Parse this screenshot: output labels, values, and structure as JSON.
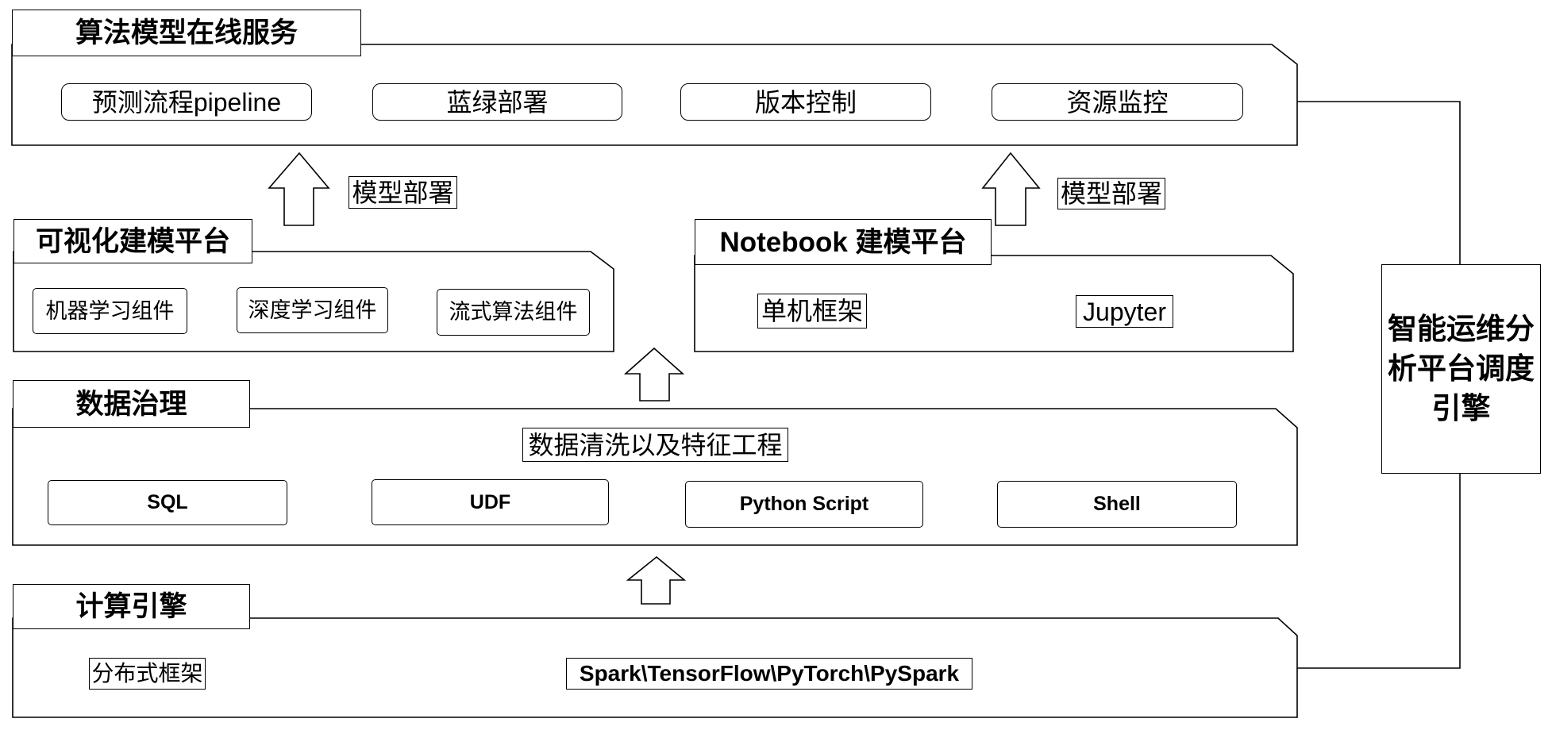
{
  "online_service": {
    "title": "算法模型在线服务",
    "items": [
      "预测流程pipeline",
      "蓝绿部署",
      "版本控制",
      "资源监控"
    ]
  },
  "deploy_labels": [
    "模型部署",
    "模型部署"
  ],
  "visual_modeling": {
    "title": "可视化建模平台",
    "items": [
      "机器学习组件",
      "深度学习组件",
      "流式算法组件"
    ]
  },
  "notebook": {
    "title": "Notebook 建模平台",
    "items": [
      "单机框架",
      "Jupyter"
    ]
  },
  "data_governance": {
    "title": "数据治理",
    "subtitle": "数据清洗以及特征工程",
    "items": [
      "SQL",
      "UDF",
      "Python Script",
      "Shell"
    ]
  },
  "compute_engine": {
    "title": "计算引擎",
    "label": "分布式框架",
    "frameworks": "Spark\\TensorFlow\\PyTorch\\PySpark"
  },
  "scheduler": {
    "title": "智能运维分析平台调度引擎"
  }
}
